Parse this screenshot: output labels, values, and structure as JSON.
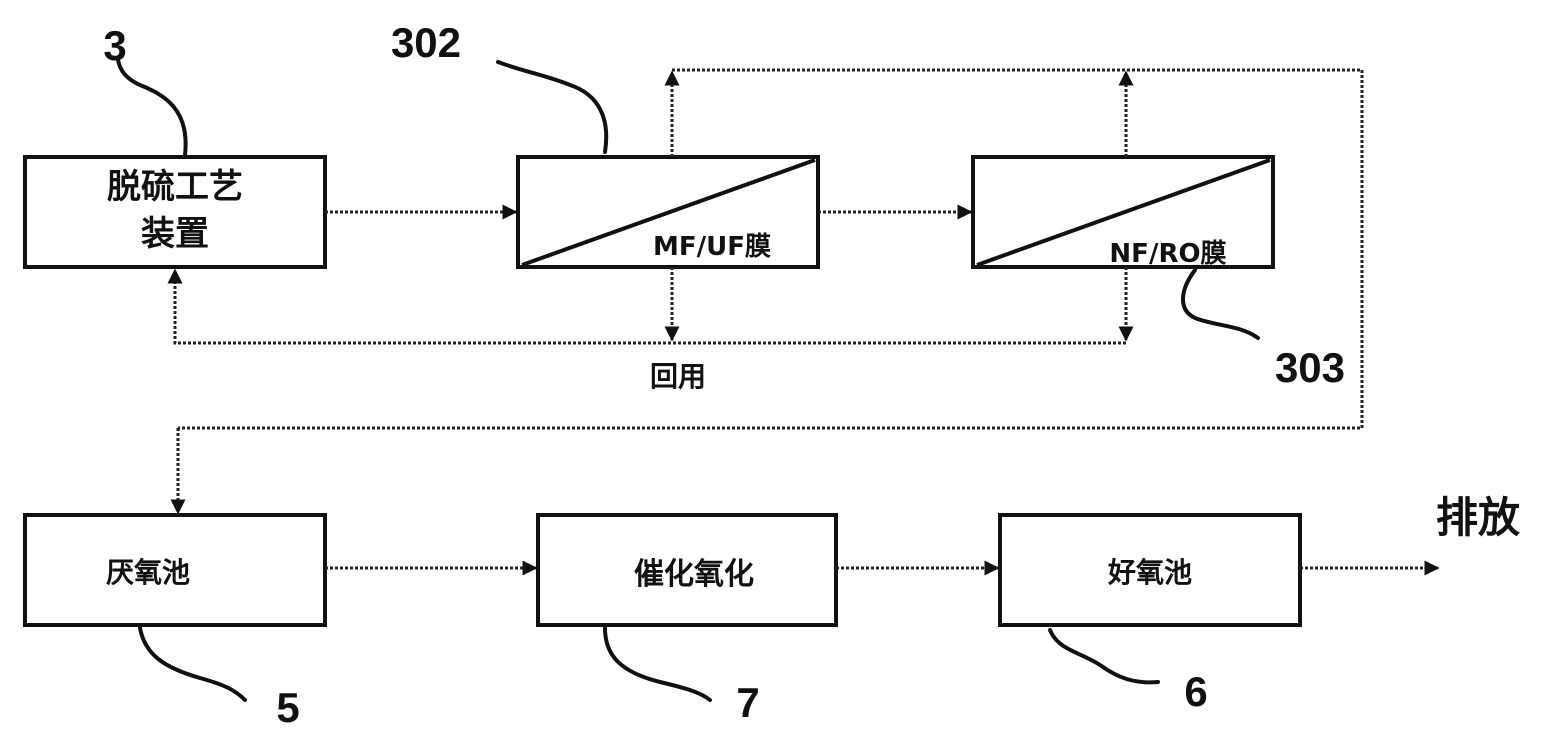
{
  "boxes": {
    "desulfurization_unit": {
      "line1": "脱硫工艺",
      "line2": "装置"
    },
    "nf_uf_membrane": {
      "label": "MF/UF膜"
    },
    "nf_ro_membrane": {
      "label": "NF/RO膜"
    },
    "anoxic_tank": {
      "label": "厌氧池"
    },
    "catalytic_oxidation": {
      "label": "催化氧化"
    },
    "aerobic_tank": {
      "label": "好氧池"
    }
  },
  "labels": {
    "reuse": "回用",
    "discharge": "排放"
  },
  "refs": {
    "unit": "3",
    "membrane_1": "302",
    "membrane_2": "303",
    "anoxic": "5",
    "catalytic": "7",
    "aerobic": "6"
  }
}
